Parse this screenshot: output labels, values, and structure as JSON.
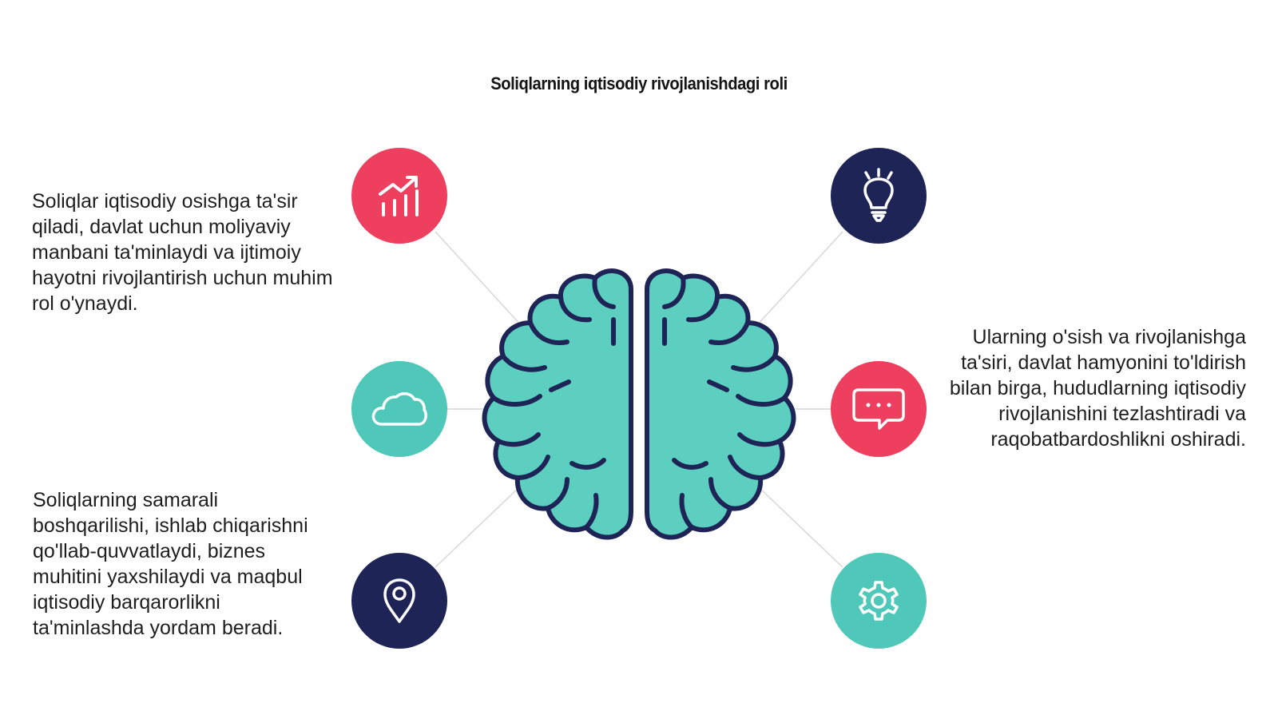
{
  "title": "Soliqlarning iqtisodiy rivojlanishdagi roli",
  "colors": {
    "pink": "#ee3f5f",
    "navy": "#1f2456",
    "teal": "#4fc8b9",
    "brain_fill": "#5ccfc0",
    "brain_stroke": "#1f2456",
    "connector": "#d6d6dc"
  },
  "texts": {
    "top_left": "Soliqlar iqtisodiy osishga ta'sir qiladi, davlat uchun moliyaviy manbani ta'minlaydi va ijtimoiy hayotni rivojlantirish uchun muhim rol o'ynaydi.",
    "bottom_left": "Soliqlarning samarali boshqarilishi, ishlab chiqarishni qo'llab-quvvatlaydi, biznes muhitini yaxshilaydi va maqbul iqtisodiy barqarorlikni ta'minlashda yordam beradi.",
    "right": "Ularning o'sish va rivojlanishga ta'siri, davlat hamyonini to'ldirish bilan birga, hududlarning iqtisodiy rivojlanishini tezlashtiradi va raqobatbardoshlikni oshiradi."
  },
  "icons": {
    "top_left": "growth-chart-icon",
    "middle_left": "cloud-icon",
    "bottom_left": "location-pin-icon",
    "top_right": "lightbulb-icon",
    "middle_right": "chat-bubble-icon",
    "bottom_right": "gear-icon",
    "center": "brain-icon"
  }
}
